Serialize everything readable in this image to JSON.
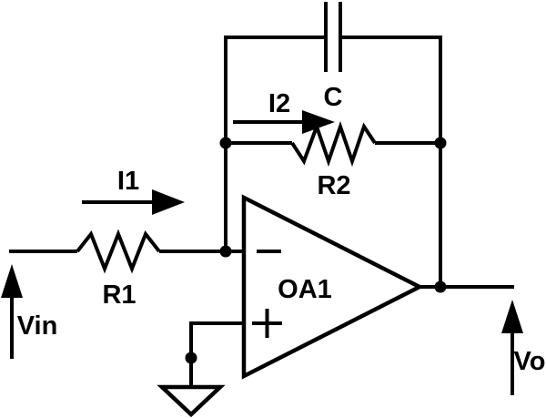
{
  "colors": {
    "line": "#000000",
    "background": "#ffffff"
  },
  "components": {
    "opamp": {
      "label": "OA1"
    },
    "input_resistor": {
      "label": "R1"
    },
    "feedback_resistor": {
      "label": "R2"
    },
    "feedback_capacitor": {
      "label": "C"
    }
  },
  "signals": {
    "input_voltage": {
      "label": "Vin"
    },
    "output_voltage": {
      "label": "Vo"
    },
    "input_current": {
      "label": "I1"
    },
    "feedback_current": {
      "label": "I2"
    }
  },
  "icons": {
    "inverting_input_marker": "minus-icon",
    "non_inverting_input_marker": "plus-icon",
    "ground": "ground-icon",
    "current_direction": "right-arrowhead-icon",
    "voltage_polarity": "up-arrowhead-icon",
    "junction": "junction-dot-icon"
  }
}
